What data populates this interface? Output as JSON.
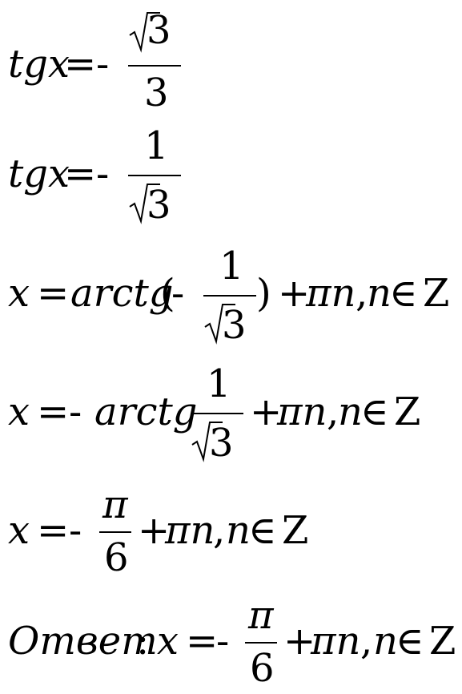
{
  "lines": [
    {
      "lhs": "tgx",
      "eq": "=",
      "sign": "-",
      "num_sqrt": "3",
      "den": "3"
    },
    {
      "lhs": "tgx",
      "eq": "=",
      "sign": "-",
      "num": "1",
      "den_sqrt": "3"
    },
    {
      "x": "x",
      "eq": "=",
      "fn": "arctg",
      "open": "(",
      "sign": "-",
      "num": "1",
      "den_sqrt": "3",
      "close": ")",
      "plus": "+",
      "term": "πn",
      "comma": ",",
      "n": "n",
      "in": "∈",
      "set": "Z"
    },
    {
      "x": "x",
      "eq": "=",
      "sign": "-",
      "fn": "arctg",
      "num": "1",
      "den_sqrt": "3",
      "plus": "+",
      "term": "πn",
      "comma": ",",
      "n": "n",
      "in": "∈",
      "set": "Z"
    },
    {
      "x": "x",
      "eq": "=",
      "sign": "-",
      "num": "π",
      "den": "6",
      "plus": "+",
      "term": "πn",
      "comma": ",",
      "n": "n",
      "in": "∈",
      "set": "Z"
    },
    {
      "answer": "Ответ",
      "colon": ":",
      "x": "x",
      "eq": "=",
      "sign": "-",
      "num": "π",
      "den": "6",
      "plus": "+",
      "term": "πn",
      "comma": ",",
      "n": "n",
      "in": "∈",
      "set": "Z"
    }
  ]
}
